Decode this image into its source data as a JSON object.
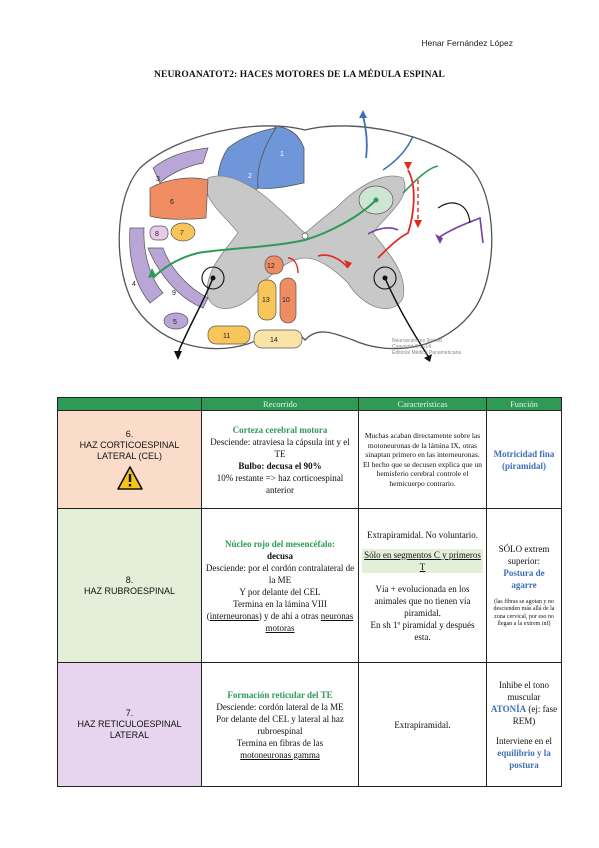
{
  "author": "Henar Fernández López",
  "title": "NEUROANATOT2: HACES MOTORES DE LA MÉDULA ESPINAL",
  "figure": {
    "labels": [
      "1",
      "2",
      "3",
      "4",
      "5",
      "6",
      "7",
      "8",
      "9",
      "10",
      "11",
      "12",
      "13",
      "14"
    ],
    "credit": [
      "Neurosciences 2nd ed",
      "Copyright © 2014",
      "Editorial Médica Panamericana"
    ],
    "colors": {
      "orange": "#f08c62",
      "purple": "#b9a6d6",
      "blue": "#6f96d8",
      "green": "#2e9a56",
      "gray": "#c8c8c8",
      "yellow": "#f7c55a",
      "red": "#e02a20"
    }
  },
  "table": {
    "headers": [
      "",
      "Recorrido",
      "Características",
      "Función"
    ],
    "rows": [
      {
        "number": "6.",
        "name": "HAZ CORTICOESPINAL LATERAL (CEL)",
        "recorrido": {
          "origin": "Corteza cerebral motora",
          "l1": "Desciende: atraviesa la cápsula int y el TE",
          "l2": "Bulbo: decusa el 90%",
          "l3": "10% restante => haz corticoespinal anterior"
        },
        "caracteristicas": "Muchas acaban directamente sobre las motoneuronas de la lámina IX, otras sinaptan primero en las interneuronas. El hecho que se decusen explica que un hemisferio cerebral controle el hemicuerpo contrario.",
        "funcion": "Motricidad fina (piramidal)"
      },
      {
        "number": "8.",
        "name": "HAZ RUBROESPINAL",
        "recorrido": {
          "origin": "Núcleo rojo del mesencéfalo:",
          "decusa": "decusa",
          "l1": "Desciende: por el cordón contralateral de la ME",
          "l2": "Y por delante del CEL",
          "l3a": "Termina en la lámina VIII (",
          "l3b": "interneuronas",
          "l3c": ") y de ahí a otras ",
          "l3d": "neuronas motoras"
        },
        "caracteristicas": {
          "c1": "Extrapiramidal. No voluntario.",
          "c2": "Sólo en segmentos C y primeros T",
          "c3": "Vía + evolucionada en los animales que no tienen vía piramidal.",
          "c4": "En sh 1º piramidal y después esta."
        },
        "funcion": {
          "f1": "SÓLO extrem superior:",
          "f2": "Postura de agarre",
          "f3": "(las fibras se agotan y no descienden más allá de la zona cervical, por eso no llegan a la extrem inf)"
        }
      },
      {
        "number": "7.",
        "name": "HAZ RETICULOESPINAL LATERAL",
        "recorrido": {
          "origin": "Formación reticular del TE",
          "l1": "Desciende: cordón lateral de la ME",
          "l2": "Por delante del CEL y lateral al haz rubroespinal",
          "l3": "Termina en fibras de las",
          "l4": "motoneuronas gamma"
        },
        "caracteristicas": "Extrapiramidal.",
        "funcion": {
          "f1": "Inhibe el tono muscular",
          "f2": "ATONÍA",
          "f3": "(ej: fase REM)",
          "f4": "Interviene en el",
          "f5": "equilibrio y la postura"
        }
      }
    ]
  }
}
